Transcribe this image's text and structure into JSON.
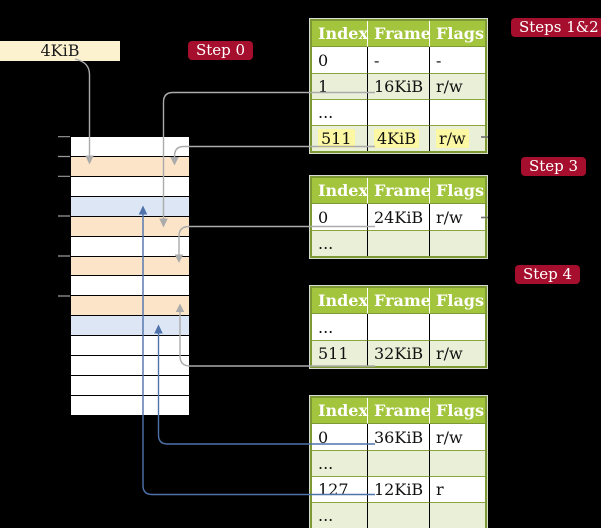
{
  "colors": {
    "background": "#000000",
    "badge_red": "#A50F2D",
    "header_green": "#A3C53D",
    "border_olive": "#7D9933",
    "row_green": "#EAEFD8",
    "highlight_yellow": "#FBF7A2",
    "frame_orange": "#FCE4C8",
    "frame_blue": "#DCE6F4",
    "label_cream": "#FDF2D0",
    "arrow_gray": "#ABABAB",
    "arrow_blue": "#4F72AB"
  },
  "frame_size_label": "4KiB",
  "badges": {
    "step0": "Step 0",
    "steps12": "Steps 1&2",
    "step3": "Step 3",
    "step4": "Step 4"
  },
  "table_header": {
    "index": "Index",
    "frame": "Frame",
    "flags": "Flags"
  },
  "tables": {
    "t1": {
      "rows": [
        {
          "index": "0",
          "frame": "-",
          "flags": "-"
        },
        {
          "index": "1",
          "frame": "16KiB",
          "flags": "r/w"
        },
        {
          "index": "...",
          "frame": "",
          "flags": ""
        },
        {
          "index": "511",
          "frame": "4KiB",
          "flags": "r/w"
        }
      ]
    },
    "t2": {
      "rows": [
        {
          "index": "0",
          "frame": "24KiB",
          "flags": "r/w"
        },
        {
          "index": "...",
          "frame": "",
          "flags": ""
        }
      ]
    },
    "t3": {
      "rows": [
        {
          "index": "...",
          "frame": "",
          "flags": ""
        },
        {
          "index": "511",
          "frame": "32KiB",
          "flags": "r/w"
        }
      ]
    },
    "t4": {
      "rows": [
        {
          "index": "0",
          "frame": "36KiB",
          "flags": "r/w"
        },
        {
          "index": "...",
          "frame": "",
          "flags": ""
        },
        {
          "index": "127",
          "frame": "12KiB",
          "flags": "r"
        },
        {
          "index": "...",
          "frame": "",
          "flags": ""
        }
      ]
    }
  },
  "stack": {
    "rows": [
      {
        "color": "white"
      },
      {
        "color": "orange"
      },
      {
        "color": "white"
      },
      {
        "color": "blue"
      },
      {
        "color": "orange"
      },
      {
        "color": "white"
      },
      {
        "color": "orange"
      },
      {
        "color": "white"
      },
      {
        "color": "orange"
      },
      {
        "color": "blue"
      },
      {
        "color": "white"
      },
      {
        "color": "white"
      },
      {
        "color": "white"
      },
      {
        "color": "white"
      }
    ]
  }
}
